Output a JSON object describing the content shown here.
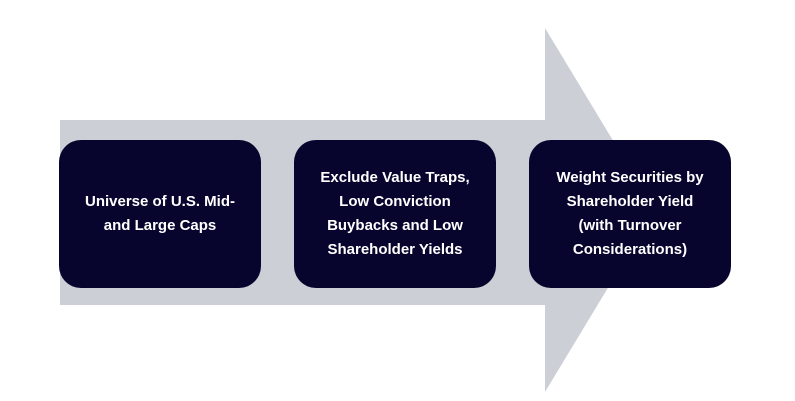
{
  "colors": {
    "arrow": "#ccd0d6",
    "box": "#07052e",
    "text": "#ffffff"
  },
  "steps": [
    {
      "label": "Universe of U.S. Mid-\nand Large Caps"
    },
    {
      "label": "Exclude Value Traps,\nLow Conviction\nBuybacks and Low\nShareholder Yields"
    },
    {
      "label": "Weight Securities by\nShareholder Yield\n(with Turnover\nConsiderations)"
    }
  ]
}
